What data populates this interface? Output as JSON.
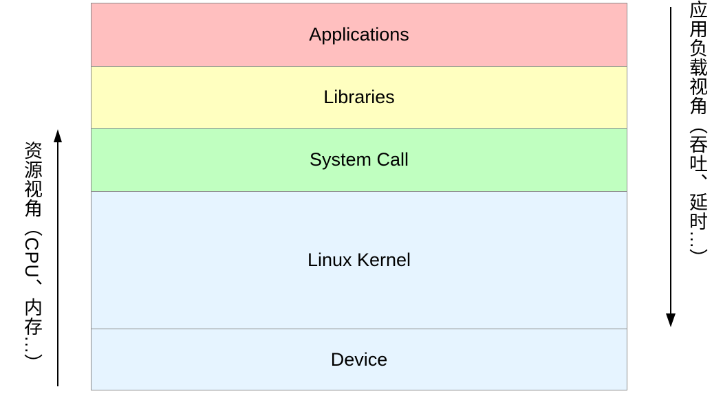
{
  "layers": [
    {
      "label": "Applications",
      "color": "#ffbfbf"
    },
    {
      "label": "Libraries",
      "color": "#ffffc0"
    },
    {
      "label": "System Call",
      "color": "#c0ffc0"
    },
    {
      "label": "Linux Kernel",
      "color": "#e6f4ff"
    },
    {
      "label": "Device",
      "color": "#e6f4ff"
    }
  ],
  "left_axis": {
    "label": "资源视角（CPU、内存...）",
    "direction": "up"
  },
  "right_axis": {
    "label": "应用负载视角（吞吐、延时...）",
    "direction": "down"
  }
}
